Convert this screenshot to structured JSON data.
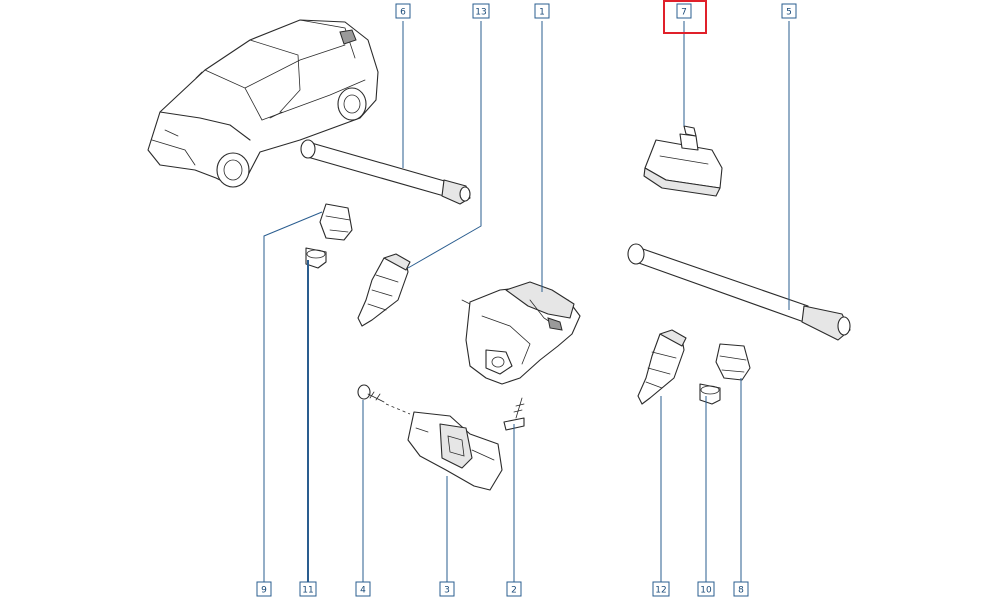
{
  "diagram": {
    "highlight_color": "#e0202a",
    "callout_color": "#2a5d8f",
    "callouts": [
      {
        "id": "c6",
        "label": "6"
      },
      {
        "id": "c13",
        "label": "13"
      },
      {
        "id": "c1",
        "label": "1"
      },
      {
        "id": "c7",
        "label": "7",
        "highlighted": true
      },
      {
        "id": "c5",
        "label": "5"
      },
      {
        "id": "c9",
        "label": "9"
      },
      {
        "id": "c11",
        "label": "11"
      },
      {
        "id": "c4",
        "label": "4"
      },
      {
        "id": "c3",
        "label": "3"
      },
      {
        "id": "c2",
        "label": "2"
      },
      {
        "id": "c12",
        "label": "12"
      },
      {
        "id": "c10",
        "label": "10"
      },
      {
        "id": "c8",
        "label": "8"
      }
    ]
  }
}
